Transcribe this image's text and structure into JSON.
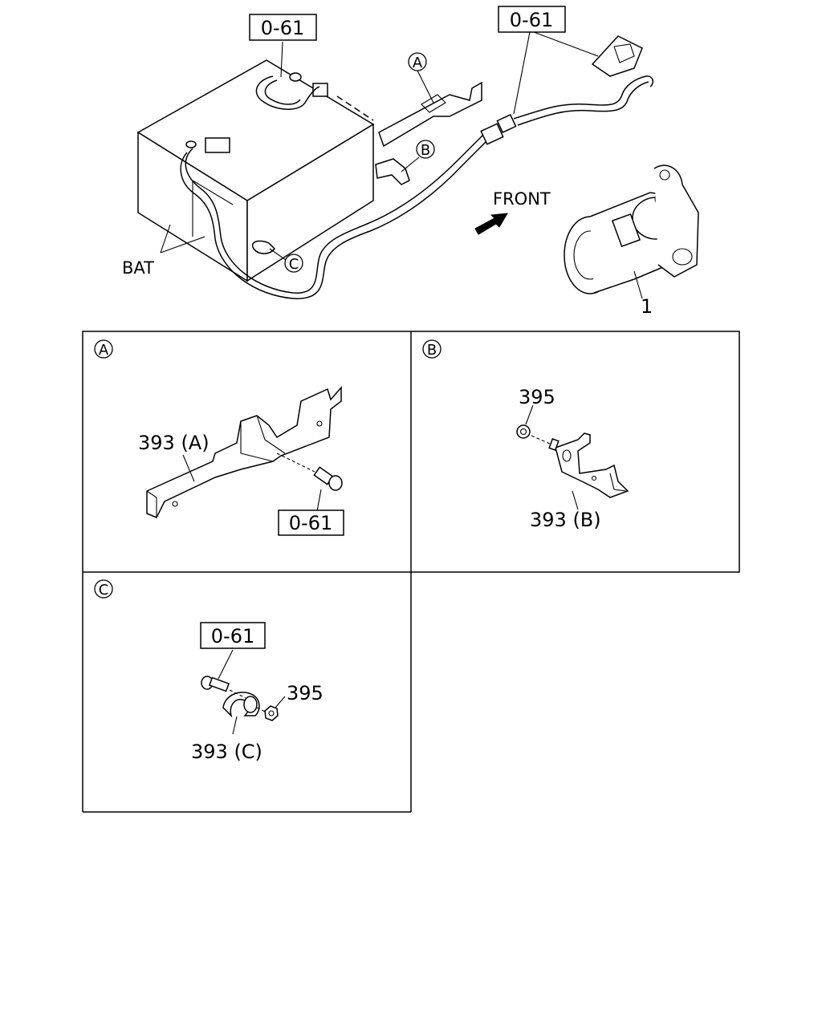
{
  "main": {
    "ref_top_left": "0-61",
    "ref_top_right": "0-61",
    "label_front": "FRONT",
    "label_bat": "BAT",
    "part_starter": "1",
    "marker_a": "A",
    "marker_b": "B",
    "marker_c": "C"
  },
  "detail_a": {
    "marker": "A",
    "part_bracket": "393 (A)",
    "ref_bolt": "0-61"
  },
  "detail_b": {
    "marker": "B",
    "part_nut": "395",
    "part_bracket": "393 (B)"
  },
  "detail_c": {
    "marker": "C",
    "ref_bolt": "0-61",
    "part_nut": "395",
    "part_clip": "393 (C)"
  }
}
